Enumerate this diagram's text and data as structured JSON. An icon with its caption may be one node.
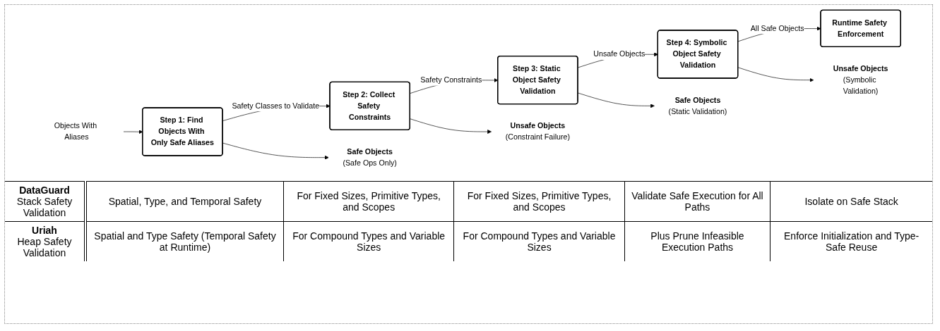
{
  "diagram": {
    "nodes": [
      {
        "text": [
          "Objects With Aliases"
        ]
      },
      {
        "text": [
          "Step 1: Find Objects With Only Safe Aliases"
        ]
      },
      {
        "text": [
          "Step 2: Collect Safety Constraints"
        ]
      },
      {
        "text": [
          "Step 3: Static Object Safety Validation"
        ]
      },
      {
        "text": [
          "Step 4: Symbolic Object Safety Validation"
        ]
      },
      {
        "text": [
          "Runtime Safety Enforcement"
        ]
      },
      {
        "text": [
          "Safe Objects",
          "(Safe Ops Only)"
        ]
      },
      {
        "text": [
          "Unsafe Objects",
          "(Constraint Failure)"
        ]
      },
      {
        "text": [
          "Safe Objects",
          "(Static Validation)"
        ]
      },
      {
        "text": [
          "Unsafe Objects",
          "(Symbolic Validation)"
        ]
      }
    ],
    "edges": [
      {
        "from": 0,
        "to": 1,
        "arrow": "to"
      },
      {
        "from": 1,
        "to": 2,
        "arrow": "to",
        "label": "Safety Classes to Validate"
      },
      {
        "from": 2,
        "to": 3,
        "arrow": "to",
        "label": "Safety Constraints"
      },
      {
        "from": 3,
        "to": 4,
        "arrow": "to",
        "label": "Unsafe Objects"
      },
      {
        "from": 4,
        "to": 5,
        "arrow": "to",
        "label": "All Safe Objects"
      },
      {
        "from": 1,
        "to": 6,
        "arrow": "to"
      },
      {
        "from": 2,
        "to": 7,
        "arrow": "to"
      },
      {
        "from": 3,
        "to": 8,
        "arrow": "to"
      },
      {
        "from": 4,
        "to": 9,
        "arrow": "to"
      }
    ],
    "labels": [
      "DataGuard",
      "Stack Safety Validation",
      "Spatial, Type, and Temporal Safety",
      "For Fixed Sizes, Primitive Types, and Scopes",
      "For Fixed Sizes, Primitive Types, and Scopes",
      "Validate Safe Execution for All Paths",
      "Isolate on Safe Stack",
      "Uriah",
      "Heap Safety Validation",
      "Spatial and Type Safety (Temporal Safety at Runtime)",
      "For Compound Types and Variable Sizes",
      "For Compound Types and Variable Sizes",
      "Plus Prune Infeasible Execution Paths",
      "Enforce Initialization and Type-Safe Reuse"
    ]
  }
}
